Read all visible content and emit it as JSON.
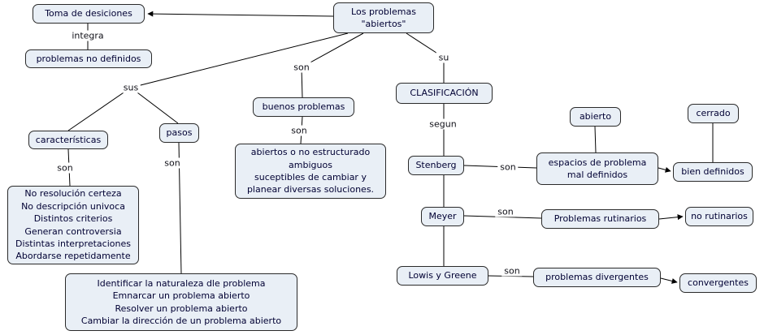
{
  "title": "Mapa conceptual: Los problemas abiertos",
  "colors": {
    "node_bg": "#e9eff6",
    "node_border": "#2a2a2a",
    "line": "#000000",
    "text": "#000033"
  },
  "nodes": {
    "los_problemas": {
      "label": "Los problemas\n\"abiertos\""
    },
    "toma": {
      "label": "Toma de desiciones"
    },
    "problemas_no_definidos": {
      "label": "problemas no definidos"
    },
    "caracteristicas": {
      "label": "características"
    },
    "pasos": {
      "label": "pasos"
    },
    "caracteristicas_detalle": {
      "label": "No resolución certeza\nNo descripción univoca\nDistintos criterios\nGeneran controversia\nDistintas interpretaciones\nAbordarse repetidamente"
    },
    "pasos_detalle": {
      "label": "Identificar la naturaleza dle problema\nEmnarcar un problema abierto\nResolver un problema abierto\nCambiar la dirección de un problema abierto"
    },
    "buenos_problemas": {
      "label": "buenos problemas"
    },
    "buenos_detalle": {
      "label": "abiertos o no estructurado\nambiguos\nsuceptibles de cambiar y\nplanear diversas soluciones."
    },
    "clasificacion": {
      "label": "CLASIFICACIÓN"
    },
    "stenberg": {
      "label": "Stenberg"
    },
    "meyer": {
      "label": "Meyer"
    },
    "lowis_y_greene": {
      "label": "Lowis y Greene"
    },
    "abierto": {
      "label": "abierto"
    },
    "cerrado": {
      "label": "cerrado"
    },
    "espacios": {
      "label": "espacios de problema\nmal definidos"
    },
    "bien_definidos": {
      "label": "bien definidos"
    },
    "rutinarios": {
      "label": "Problemas rutinarios"
    },
    "no_rutinarios": {
      "label": "no rutinarios"
    },
    "divergentes": {
      "label": "problemas divergentes"
    },
    "convergentes": {
      "label": "convergentes"
    }
  },
  "labels": {
    "integra": "integra",
    "sus": "sus",
    "son_caracteristicas": "son",
    "son_pasos": "son",
    "son_buenos": "son",
    "son_buenos_detalle": "son",
    "su": "su",
    "segun": "segun",
    "son_stenberg": "son",
    "son_meyer": "son",
    "son_lowis": "son"
  }
}
